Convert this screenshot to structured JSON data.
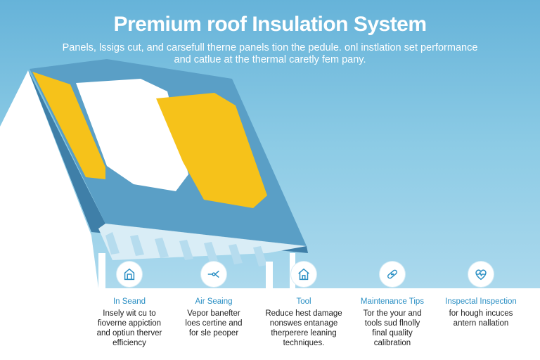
{
  "header": {
    "title": "Premium roof Insulation System",
    "subtitle_line1": "Panels, lssigs cut, and carsefull therne panels tion the pedule. onl instlation set performance",
    "subtitle_line2": "and catlue at the thermal caretly fem pany."
  },
  "features": [
    {
      "icon": "house-panel-icon",
      "title": "In Seand",
      "desc": [
        "Insely wit cu to",
        "fioverne appiction",
        "and optiun therver",
        "efficiency"
      ]
    },
    {
      "icon": "air-seal-tool-icon",
      "title": "Air Seaing",
      "desc": [
        "Vepor banefter",
        "loes certine and",
        "for sle peoper"
      ]
    },
    {
      "icon": "house-icon",
      "title": "Tool",
      "desc": [
        "Reduce hest damage",
        "nonswes entanage",
        "therperere leaning",
        "techniques."
      ]
    },
    {
      "icon": "bandage-icon",
      "title": "Maintenance Tips",
      "desc": [
        "Tor the your and",
        "tools sud flnolly",
        "final quality",
        "calibration"
      ]
    },
    {
      "icon": "heart-pulse-icon",
      "title": "Inspectal Inspection",
      "desc": [
        "for hough incuces",
        "antern nallation"
      ]
    }
  ],
  "colors": {
    "sky_top": "#66b3d9",
    "roof_blue": "#5a9fc6",
    "panel_yellow": "#f6c21a",
    "accent_text": "#2a8fc4"
  }
}
